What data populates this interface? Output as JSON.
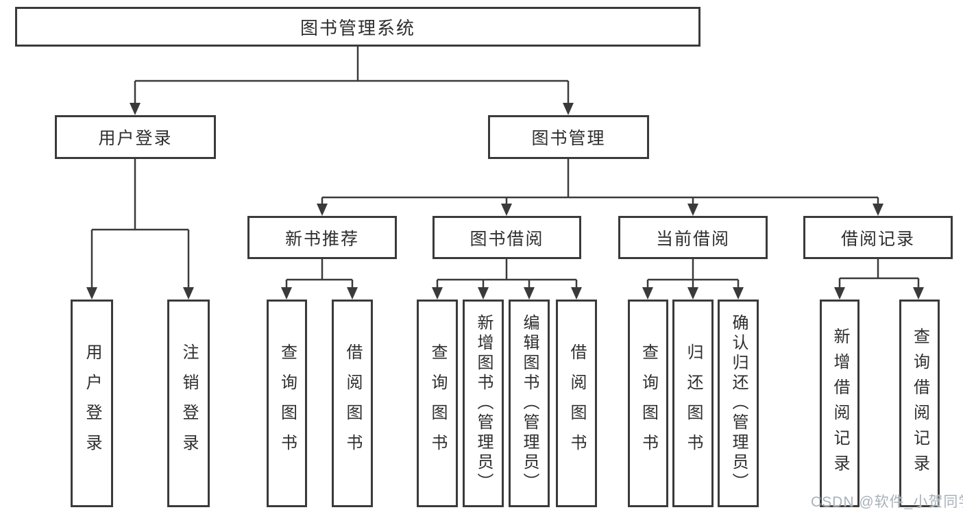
{
  "diagram": {
    "root": {
      "label": "图书管理系统"
    },
    "branches": [
      {
        "label": "用户登录",
        "children": [
          {
            "label": "用户登录"
          },
          {
            "label": "注销登录"
          }
        ]
      },
      {
        "label": "图书管理",
        "children": [
          {
            "label": "新书推荐",
            "children": [
              {
                "label": "查询图书"
              },
              {
                "label": "借阅图书"
              }
            ]
          },
          {
            "label": "图书借阅",
            "children": [
              {
                "label": "查询图书"
              },
              {
                "label": "新增图书（管理员）"
              },
              {
                "label": "编辑图书（管理员）"
              },
              {
                "label": "借阅图书"
              }
            ]
          },
          {
            "label": "当前借阅",
            "children": [
              {
                "label": "查询图书"
              },
              {
                "label": "归还图书"
              },
              {
                "label": "确认归还（管理员）"
              }
            ]
          },
          {
            "label": "借阅记录",
            "children": [
              {
                "label": "新增借阅记录"
              },
              {
                "label": "查询借阅记录"
              }
            ]
          }
        ]
      }
    ],
    "watermark": "CSDN @软件_小贺同学",
    "colors": {
      "line": "#3a3a3a",
      "text": "#2e2e2e",
      "background": "#ffffff",
      "watermark": "#a7b1ba"
    }
  }
}
